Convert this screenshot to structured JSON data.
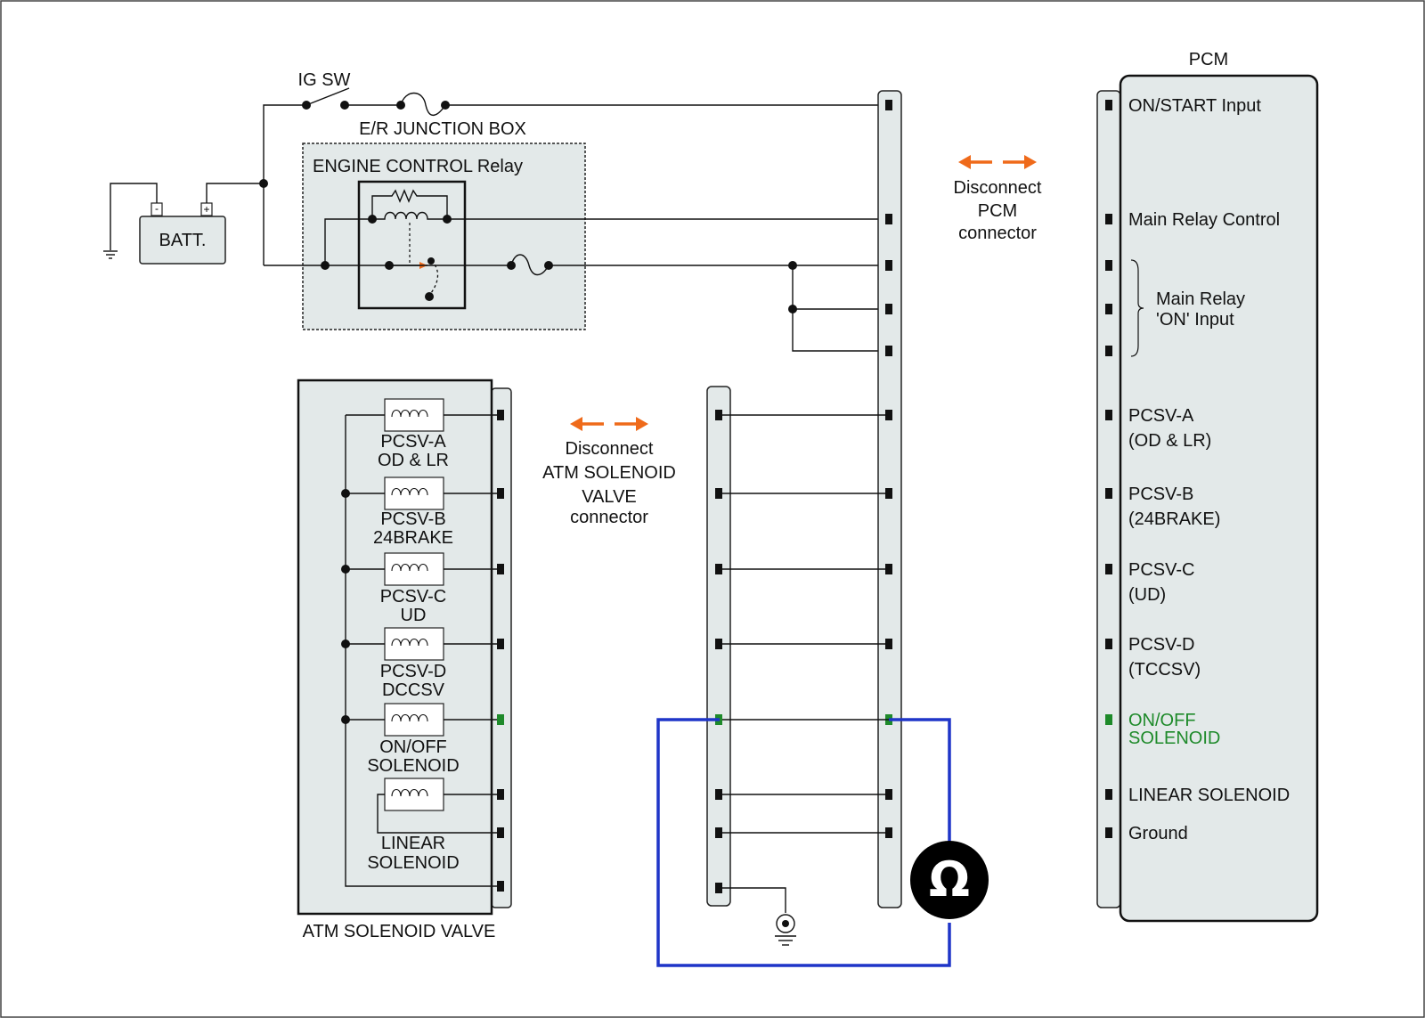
{
  "diagram": {
    "batt": "BATT.",
    "ig_sw": "IG SW",
    "er_junction_box": "E/R JUNCTION BOX",
    "engine_control_relay": "ENGINE CONTROL Relay",
    "pcm_title": "PCM",
    "pcm_disconnect": [
      "Disconnect",
      "PCM",
      "connector"
    ],
    "atm_disconnect": [
      "Disconnect",
      "ATM SOLENOID",
      "VALVE",
      "connector"
    ],
    "atm_solenoid_valve": "ATM SOLENOID VALVE",
    "ohm_symbol": "Ω",
    "pcm_pins": [
      {
        "label": [
          "ON/START Input"
        ],
        "highlight": false
      },
      {
        "label": [
          "Main Relay Control"
        ],
        "highlight": false
      },
      {
        "label": [
          "Main Relay",
          "'ON' Input"
        ],
        "highlight": false
      },
      {
        "label": [
          "PCSV-A",
          "(OD & LR)"
        ],
        "highlight": false
      },
      {
        "label": [
          "PCSV-B",
          "(24BRAKE)"
        ],
        "highlight": false
      },
      {
        "label": [
          "PCSV-C",
          "(UD)"
        ],
        "highlight": false
      },
      {
        "label": [
          "PCSV-D",
          "(TCCSV)"
        ],
        "highlight": false
      },
      {
        "label": [
          "ON/OFF",
          "SOLENOID"
        ],
        "highlight": true
      },
      {
        "label": [
          "LINEAR SOLENOID"
        ],
        "highlight": false
      },
      {
        "label": [
          "Ground"
        ],
        "highlight": false
      }
    ],
    "solenoids": [
      [
        "PCSV-A",
        "OD & LR"
      ],
      [
        "PCSV-B",
        "24BRAKE"
      ],
      [
        "PCSV-C",
        "UD"
      ],
      [
        "PCSV-D",
        "DCCSV"
      ],
      [
        "ON/OFF",
        "SOLENOID"
      ],
      [
        "LINEAR",
        "SOLENOID"
      ]
    ],
    "colors": {
      "panel": "#e3e9e9",
      "highlight_pin": "#1e8a2a",
      "meter_lead": "#1f35c8",
      "disconnect_arrow": "#ef6a1a"
    }
  }
}
